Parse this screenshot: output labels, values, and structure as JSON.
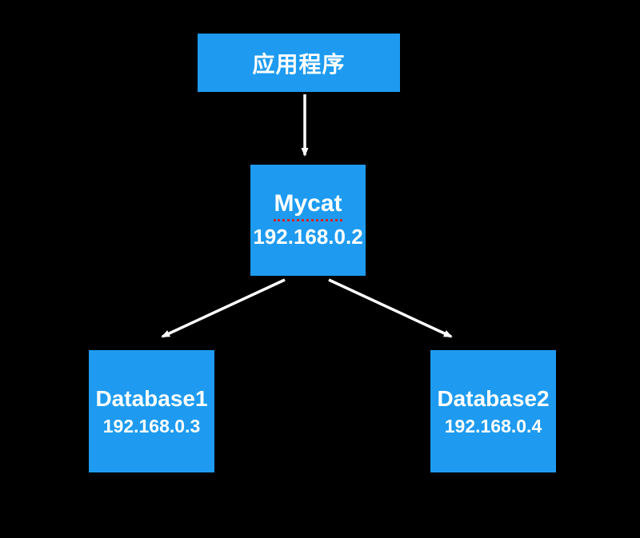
{
  "diagram": {
    "colors": {
      "background": "#000000",
      "node_fill": "#1E9BF0",
      "node_text": "#FFFFFF",
      "arrow": "#FFFFFF",
      "spellcheck_underline": "#DB2020"
    },
    "nodes": {
      "app": {
        "label": "应用程序"
      },
      "mycat": {
        "label": "Mycat",
        "ip": "192.168.0.2"
      },
      "db1": {
        "label": "Database1",
        "ip": "192.168.0.3"
      },
      "db2": {
        "label": "Database2",
        "ip": "192.168.0.4"
      }
    },
    "edges": [
      {
        "from": "app",
        "to": "mycat"
      },
      {
        "from": "mycat",
        "to": "db1"
      },
      {
        "from": "mycat",
        "to": "db2"
      }
    ]
  }
}
